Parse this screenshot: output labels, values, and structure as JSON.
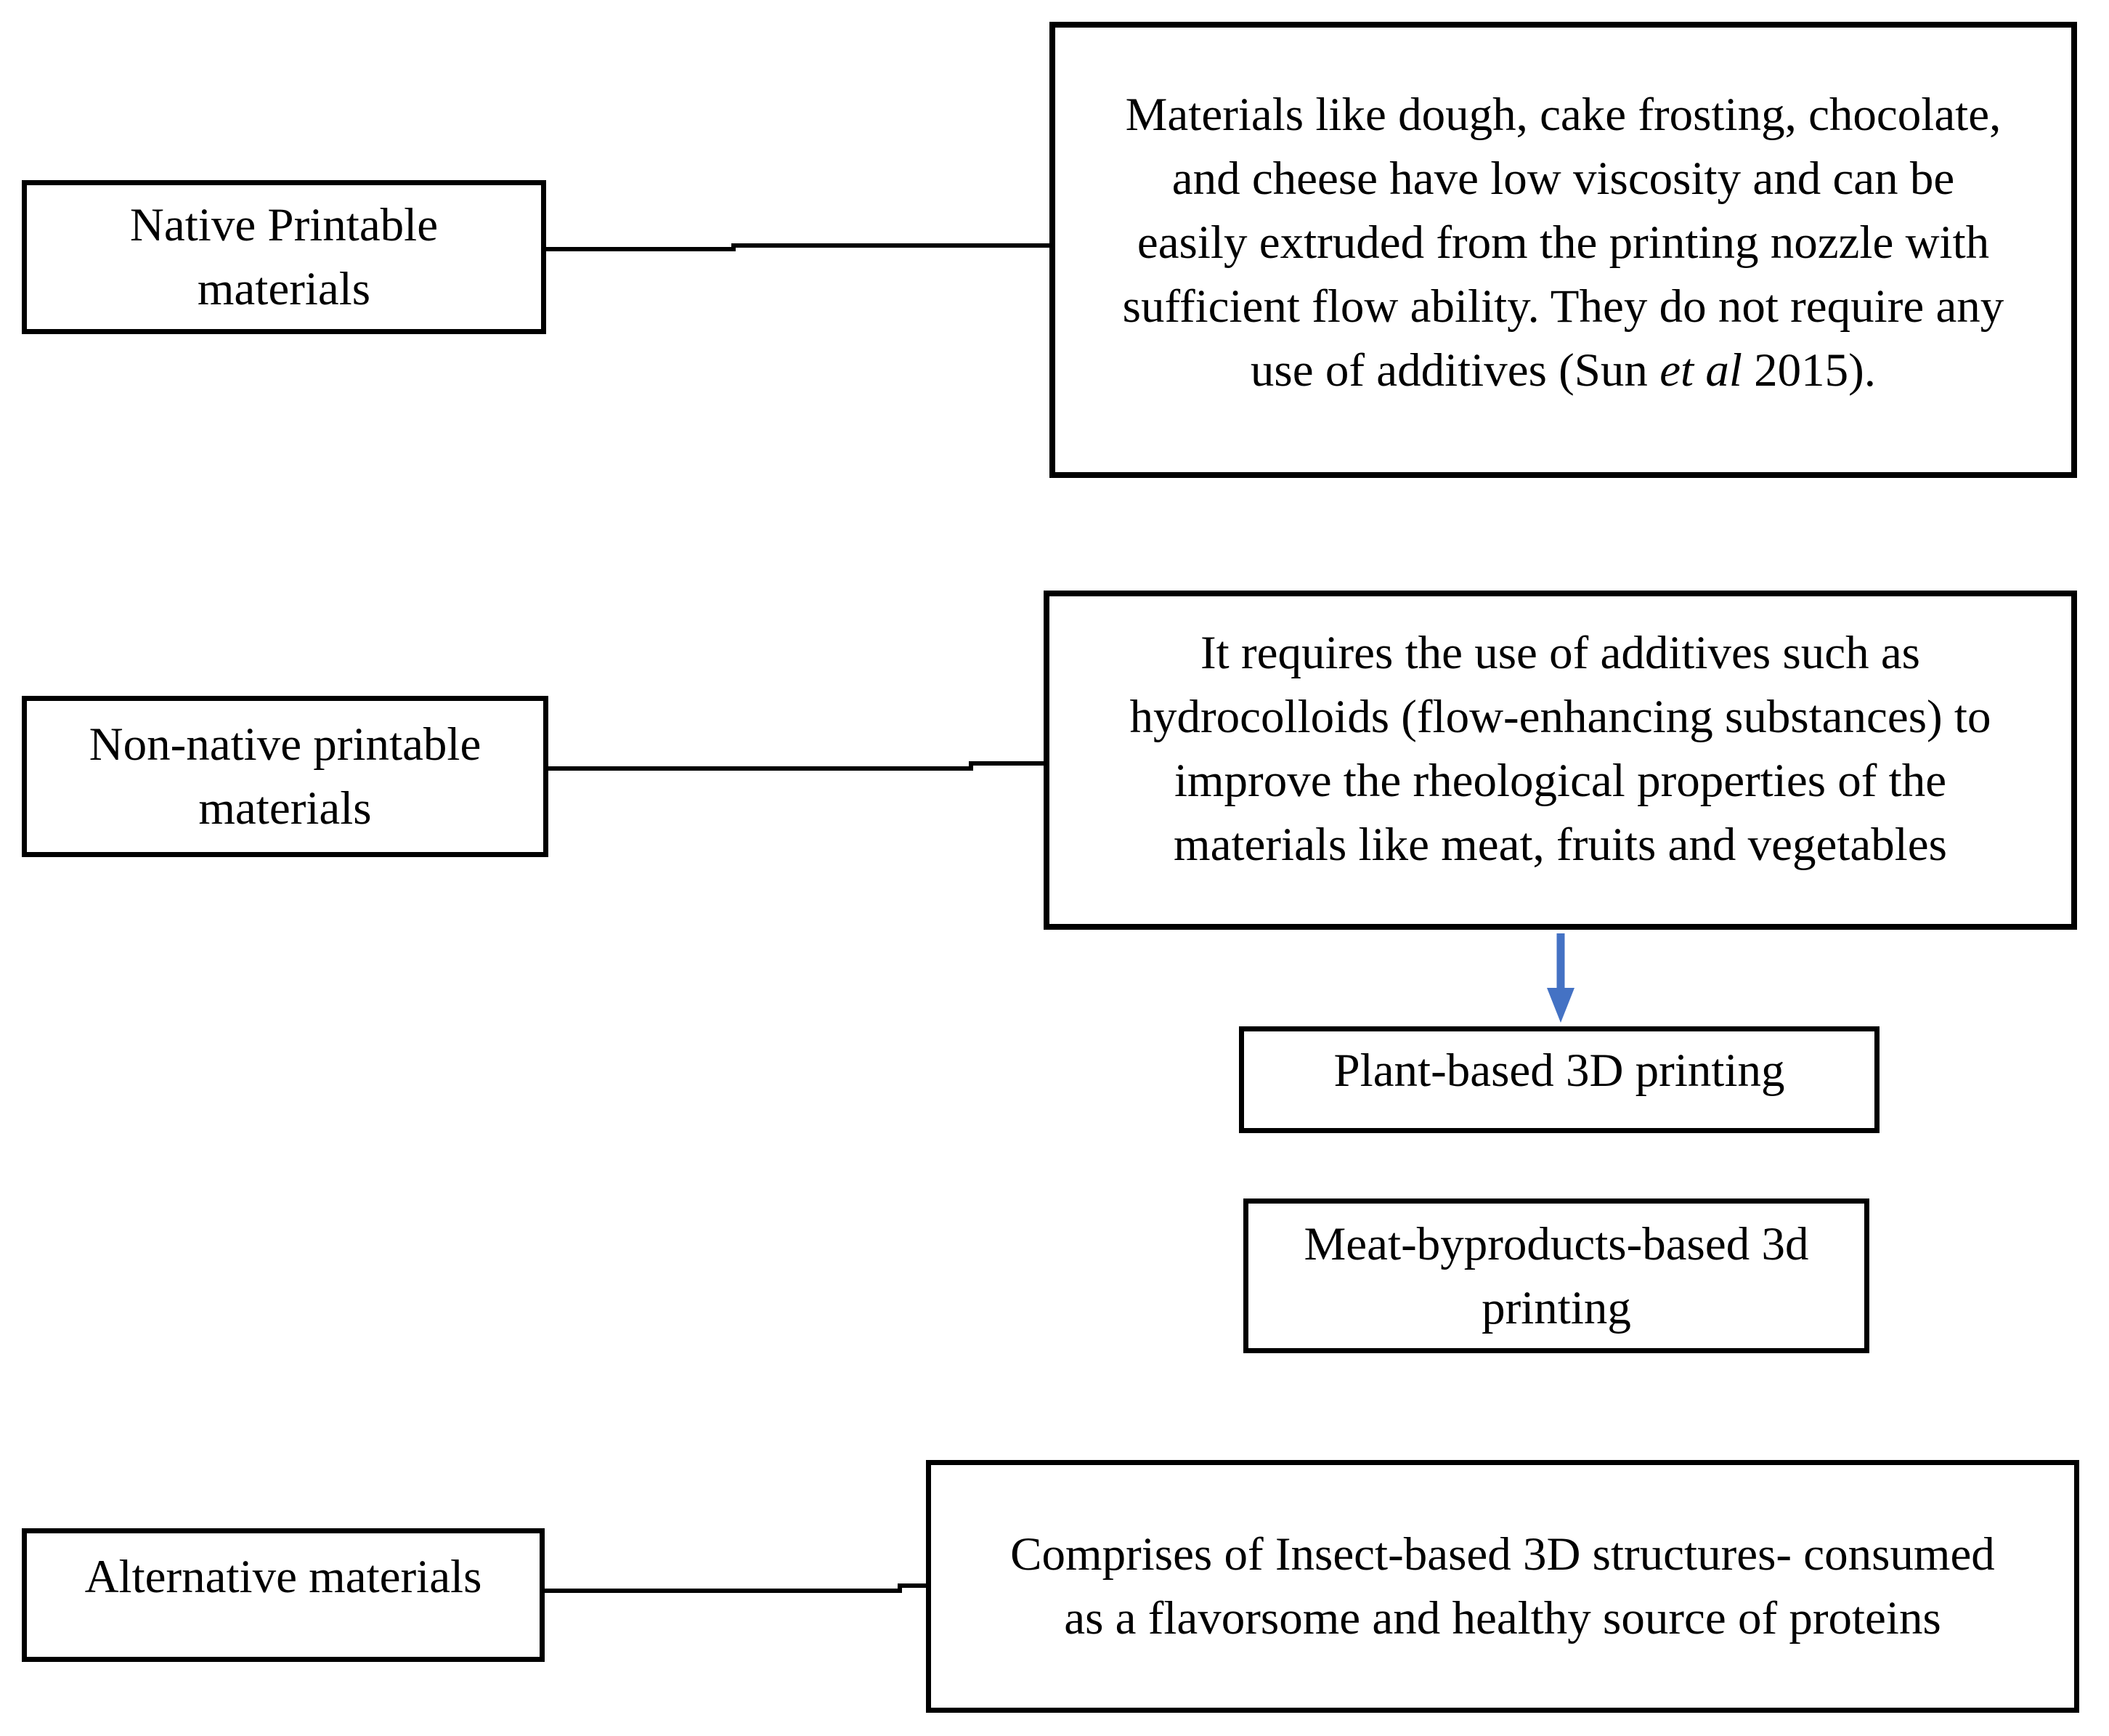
{
  "nodes": {
    "native": {
      "lines": [
        "Native Printable",
        "materials"
      ]
    },
    "native_desc": {
      "lines": [
        "Materials like dough, cake frosting, chocolate,",
        "and cheese have low viscosity and can be",
        "easily extruded from the printing nozzle with",
        "sufficient flow ability. They do not require any"
      ],
      "cite_prefix": "use of additives (Sun ",
      "cite_italic": "et al",
      "cite_suffix": " 2015)."
    },
    "nonnative": {
      "lines": [
        "Non-native printable",
        "materials"
      ]
    },
    "nonnative_desc": {
      "lines": [
        "It requires the use of additives such as",
        "hydrocolloids (flow-enhancing substances) to",
        "improve the rheological properties of the",
        "materials like meat, fruits and vegetables"
      ]
    },
    "plant": {
      "lines": [
        "Plant-based 3D printing"
      ]
    },
    "meat": {
      "lines": [
        "Meat-byproducts-based 3d",
        "printing"
      ]
    },
    "alternative": {
      "lines": [
        "Alternative materials"
      ]
    },
    "alternative_desc": {
      "lines": [
        "Comprises of Insect-based 3D structures- consumed",
        "as a flavorsome and healthy source of proteins"
      ]
    }
  },
  "colors": {
    "arrow": "#4472C4",
    "border": "#000000",
    "text": "#000000",
    "background": "#FFFFFF"
  }
}
